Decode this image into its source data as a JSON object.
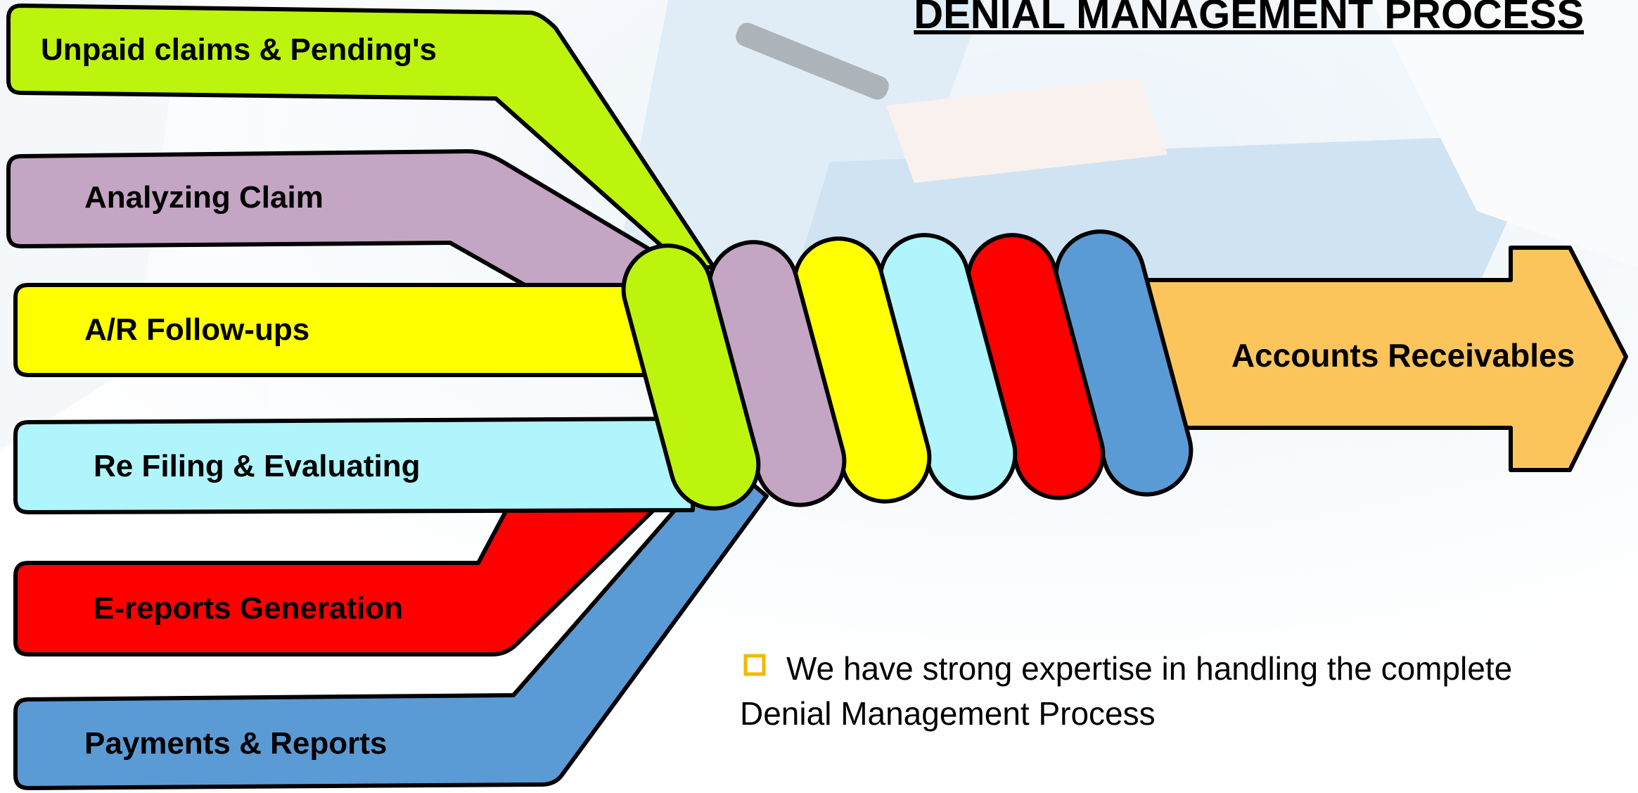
{
  "title": "DENIAL MANAGEMENT PROCESS",
  "target_label": "Accounts Receivables",
  "note": {
    "line1": "We have strong expertise in handling the complete",
    "line2": "Denial Management Process"
  },
  "icons": {
    "bullet": "hollow-square-bullet"
  },
  "colors": {
    "green": "#bcf40e",
    "mauve": "#c4a5c3",
    "yellow": "#ffff00",
    "cyan": "#aff5fb",
    "red": "#ff0000",
    "blue": "#5b9bd5",
    "arrow": "#fbc55c",
    "bullet": "#f5b800",
    "outline": "#000000"
  },
  "bands": [
    {
      "label": "Unpaid claims & Pending's",
      "color": "#bcf40e"
    },
    {
      "label": "Analyzing Claim",
      "color": "#c4a5c3"
    },
    {
      "label": "A/R Follow-ups",
      "color": "#ffff00"
    },
    {
      "label": "Re Filing & Evaluating",
      "color": "#aff5fb"
    },
    {
      "label": "E-reports Generation",
      "color": "#ff0000"
    },
    {
      "label": "Payments & Reports",
      "color": "#5b9bd5"
    }
  ]
}
